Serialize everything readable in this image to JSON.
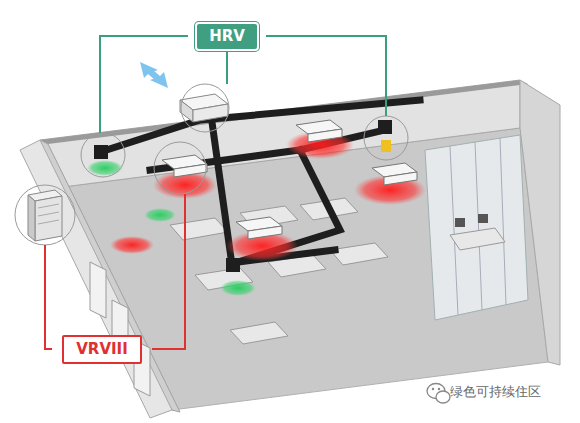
{
  "diagram": {
    "nodes": [
      {
        "text": [
          "HRV"
        ]
      },
      {
        "text": [
          "VRVIII"
        ]
      }
    ],
    "labels": [
      "绿色可持续住区"
    ]
  }
}
